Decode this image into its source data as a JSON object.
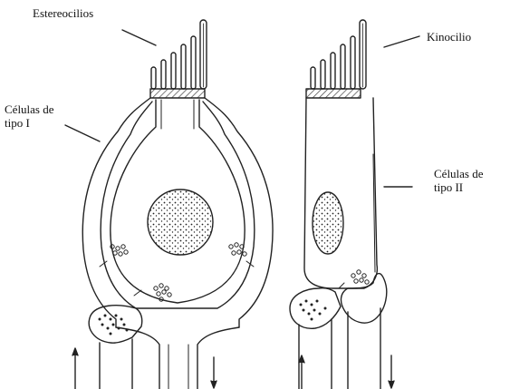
{
  "labels": {
    "stereocilia": "Estereocilios",
    "kinocilium": "Kinocilio",
    "type1_line1": "Células de",
    "type1_line2": "tipo I",
    "type2_line1": "Células de",
    "type2_line2": "tipo II"
  },
  "colors": {
    "ink": "#222222",
    "background": "#ffffff",
    "hatch": "#444444"
  }
}
